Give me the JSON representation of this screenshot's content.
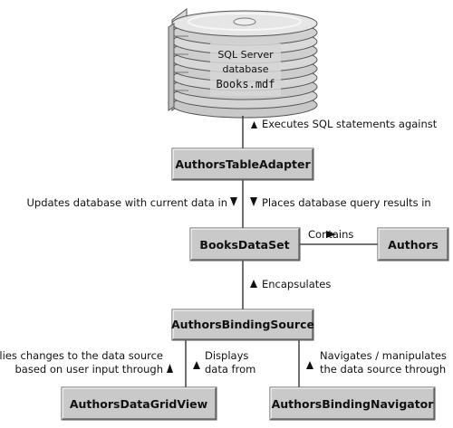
{
  "database": {
    "line1": "SQL Server",
    "line2": "database",
    "filename": "Books.mdf"
  },
  "boxes": {
    "table_adapter": "AuthorsTableAdapter",
    "data_set": "BooksDataSet",
    "authors": "Authors",
    "binding_source": "AuthorsBindingSource",
    "data_grid_view": "AuthorsDataGridView",
    "binding_navigator": "AuthorsBindingNavigator"
  },
  "labels": {
    "executes": "Executes SQL statements against",
    "updates": "Updates database with current data in",
    "places": "Places database query results in",
    "contains": "Contains",
    "encapsulates": "Encapsulates",
    "applies_1": "Applies changes to the data source",
    "applies_2": "based on user input through",
    "displays_1": "Displays",
    "displays_2": "data from",
    "navigates_1": "Navigates / manipulates",
    "navigates_2": "the data source through"
  }
}
